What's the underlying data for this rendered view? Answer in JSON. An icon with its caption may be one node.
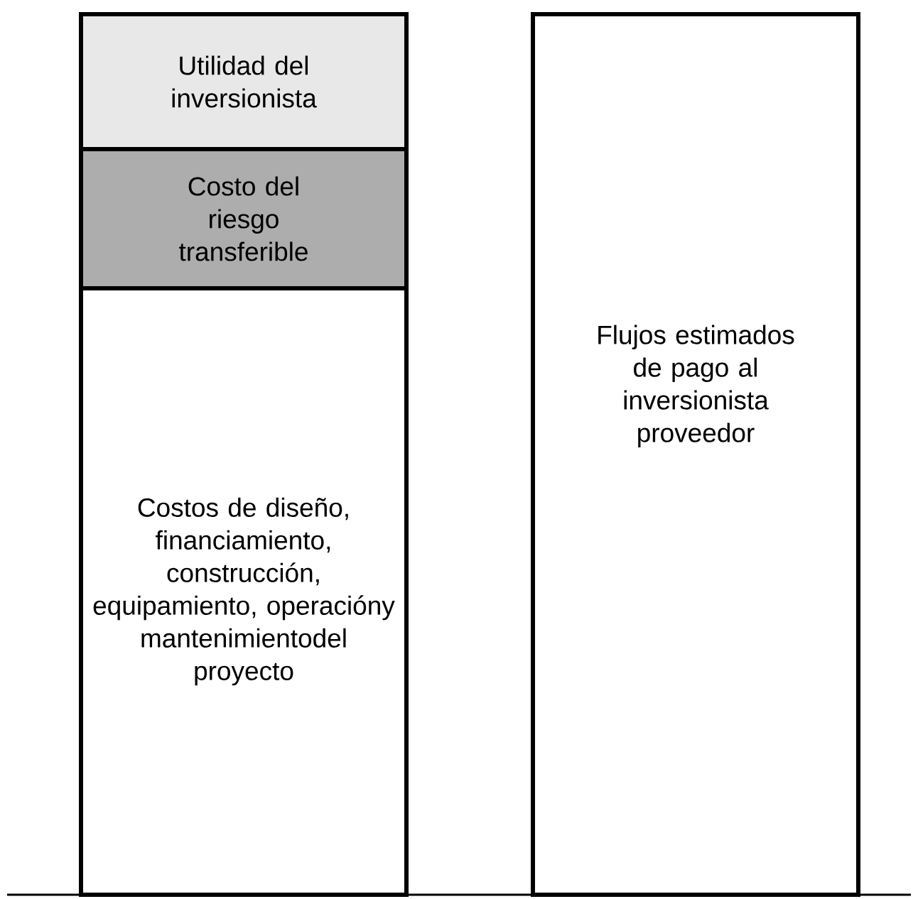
{
  "diagram": {
    "nodes": [
      {
        "text": [
          "Utilidad del inversionista"
        ]
      },
      {
        "text": [
          "Costo del riesgo transferible"
        ]
      },
      {
        "text": [
          "Costos de diseño, financiamiento, construcción, equipamiento, operacióny mantenimientodel proyecto"
        ]
      },
      {
        "text": [
          "Flujos estimados de pago al inversionista proveedor"
        ]
      }
    ]
  }
}
